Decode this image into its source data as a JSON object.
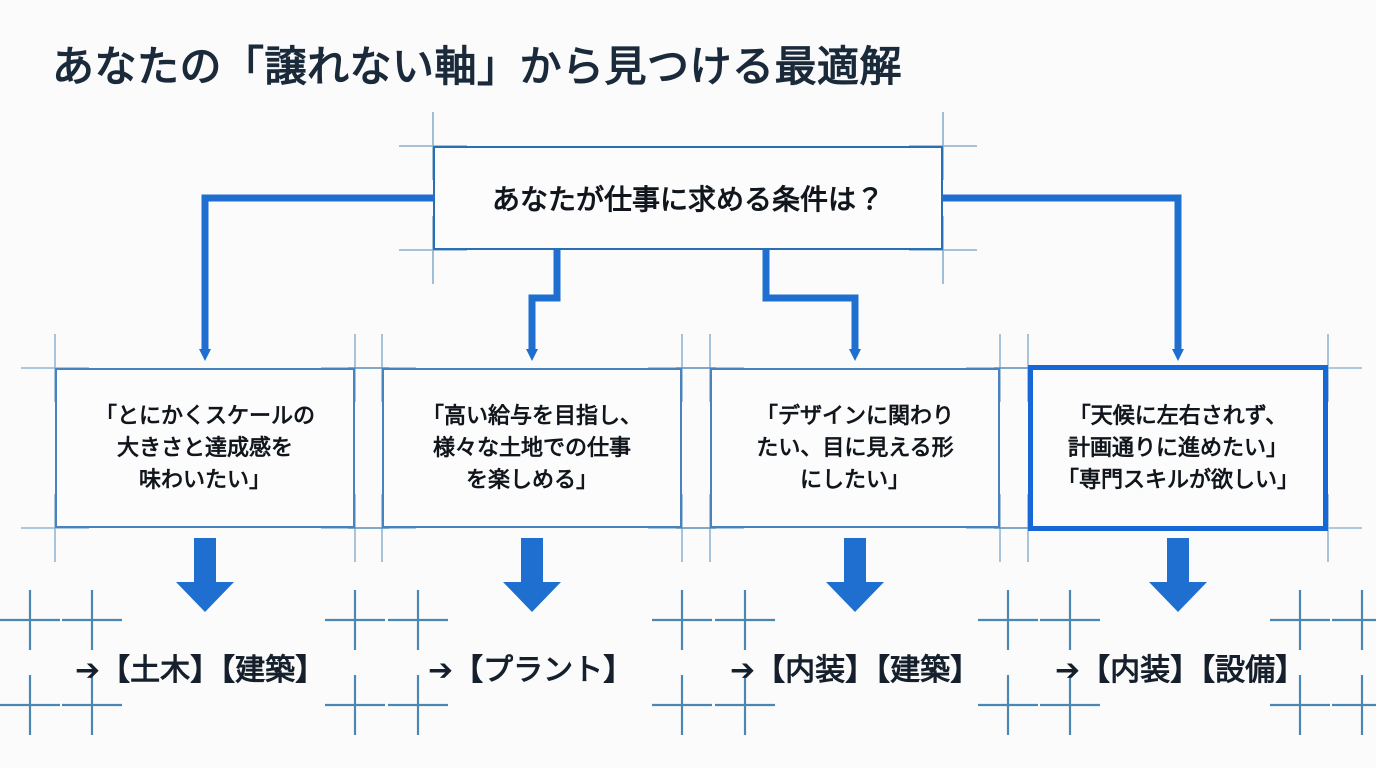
{
  "page": {
    "title": "あなたの「譲れない軸」から見つける最適解",
    "background_color": "#fbfbfb",
    "accent_color": "#1668d6",
    "line_color": "#1f6fd0",
    "box_border_color": "#4a82bd",
    "deco_color": "#2e73a8",
    "text_color": "#15202c"
  },
  "root": {
    "label": "あなたが仕事に求める条件は？"
  },
  "branches": [
    {
      "id": "scale",
      "condition": "「とにかくスケールの\n大きさと達成感を\n味わいたい」",
      "condition_lines": [
        "「とにかくスケールの",
        "大きさと達成感を",
        "味わいたい」"
      ],
      "result": "➔【土木】【建築】",
      "highlighted": false
    },
    {
      "id": "salary",
      "condition": "「高い給与を目指し、\n様々な土地での仕事\nを楽しめる」",
      "condition_lines": [
        "「高い給与を目指し、",
        "様々な土地での仕事",
        "を楽しめる」"
      ],
      "result": "➔【プラント】",
      "highlighted": false
    },
    {
      "id": "design",
      "condition": "「デザインに関わり\nたい、目に見える形\nにしたい」",
      "condition_lines": [
        "「デザインに関わり",
        "たい、目に見える形",
        "にしたい」"
      ],
      "result": "➔【内装】【建築】",
      "highlighted": false
    },
    {
      "id": "weather-skill",
      "condition": "「天候に左右されず、\n計画通りに進めたい」\n「専門スキルが欲しい」",
      "condition_lines": [
        "「天候に左右されず、",
        "計画通りに進めたい」",
        "「専門スキルが欲しい」"
      ],
      "result": "➔【内装】【設備】",
      "highlighted": true
    }
  ]
}
